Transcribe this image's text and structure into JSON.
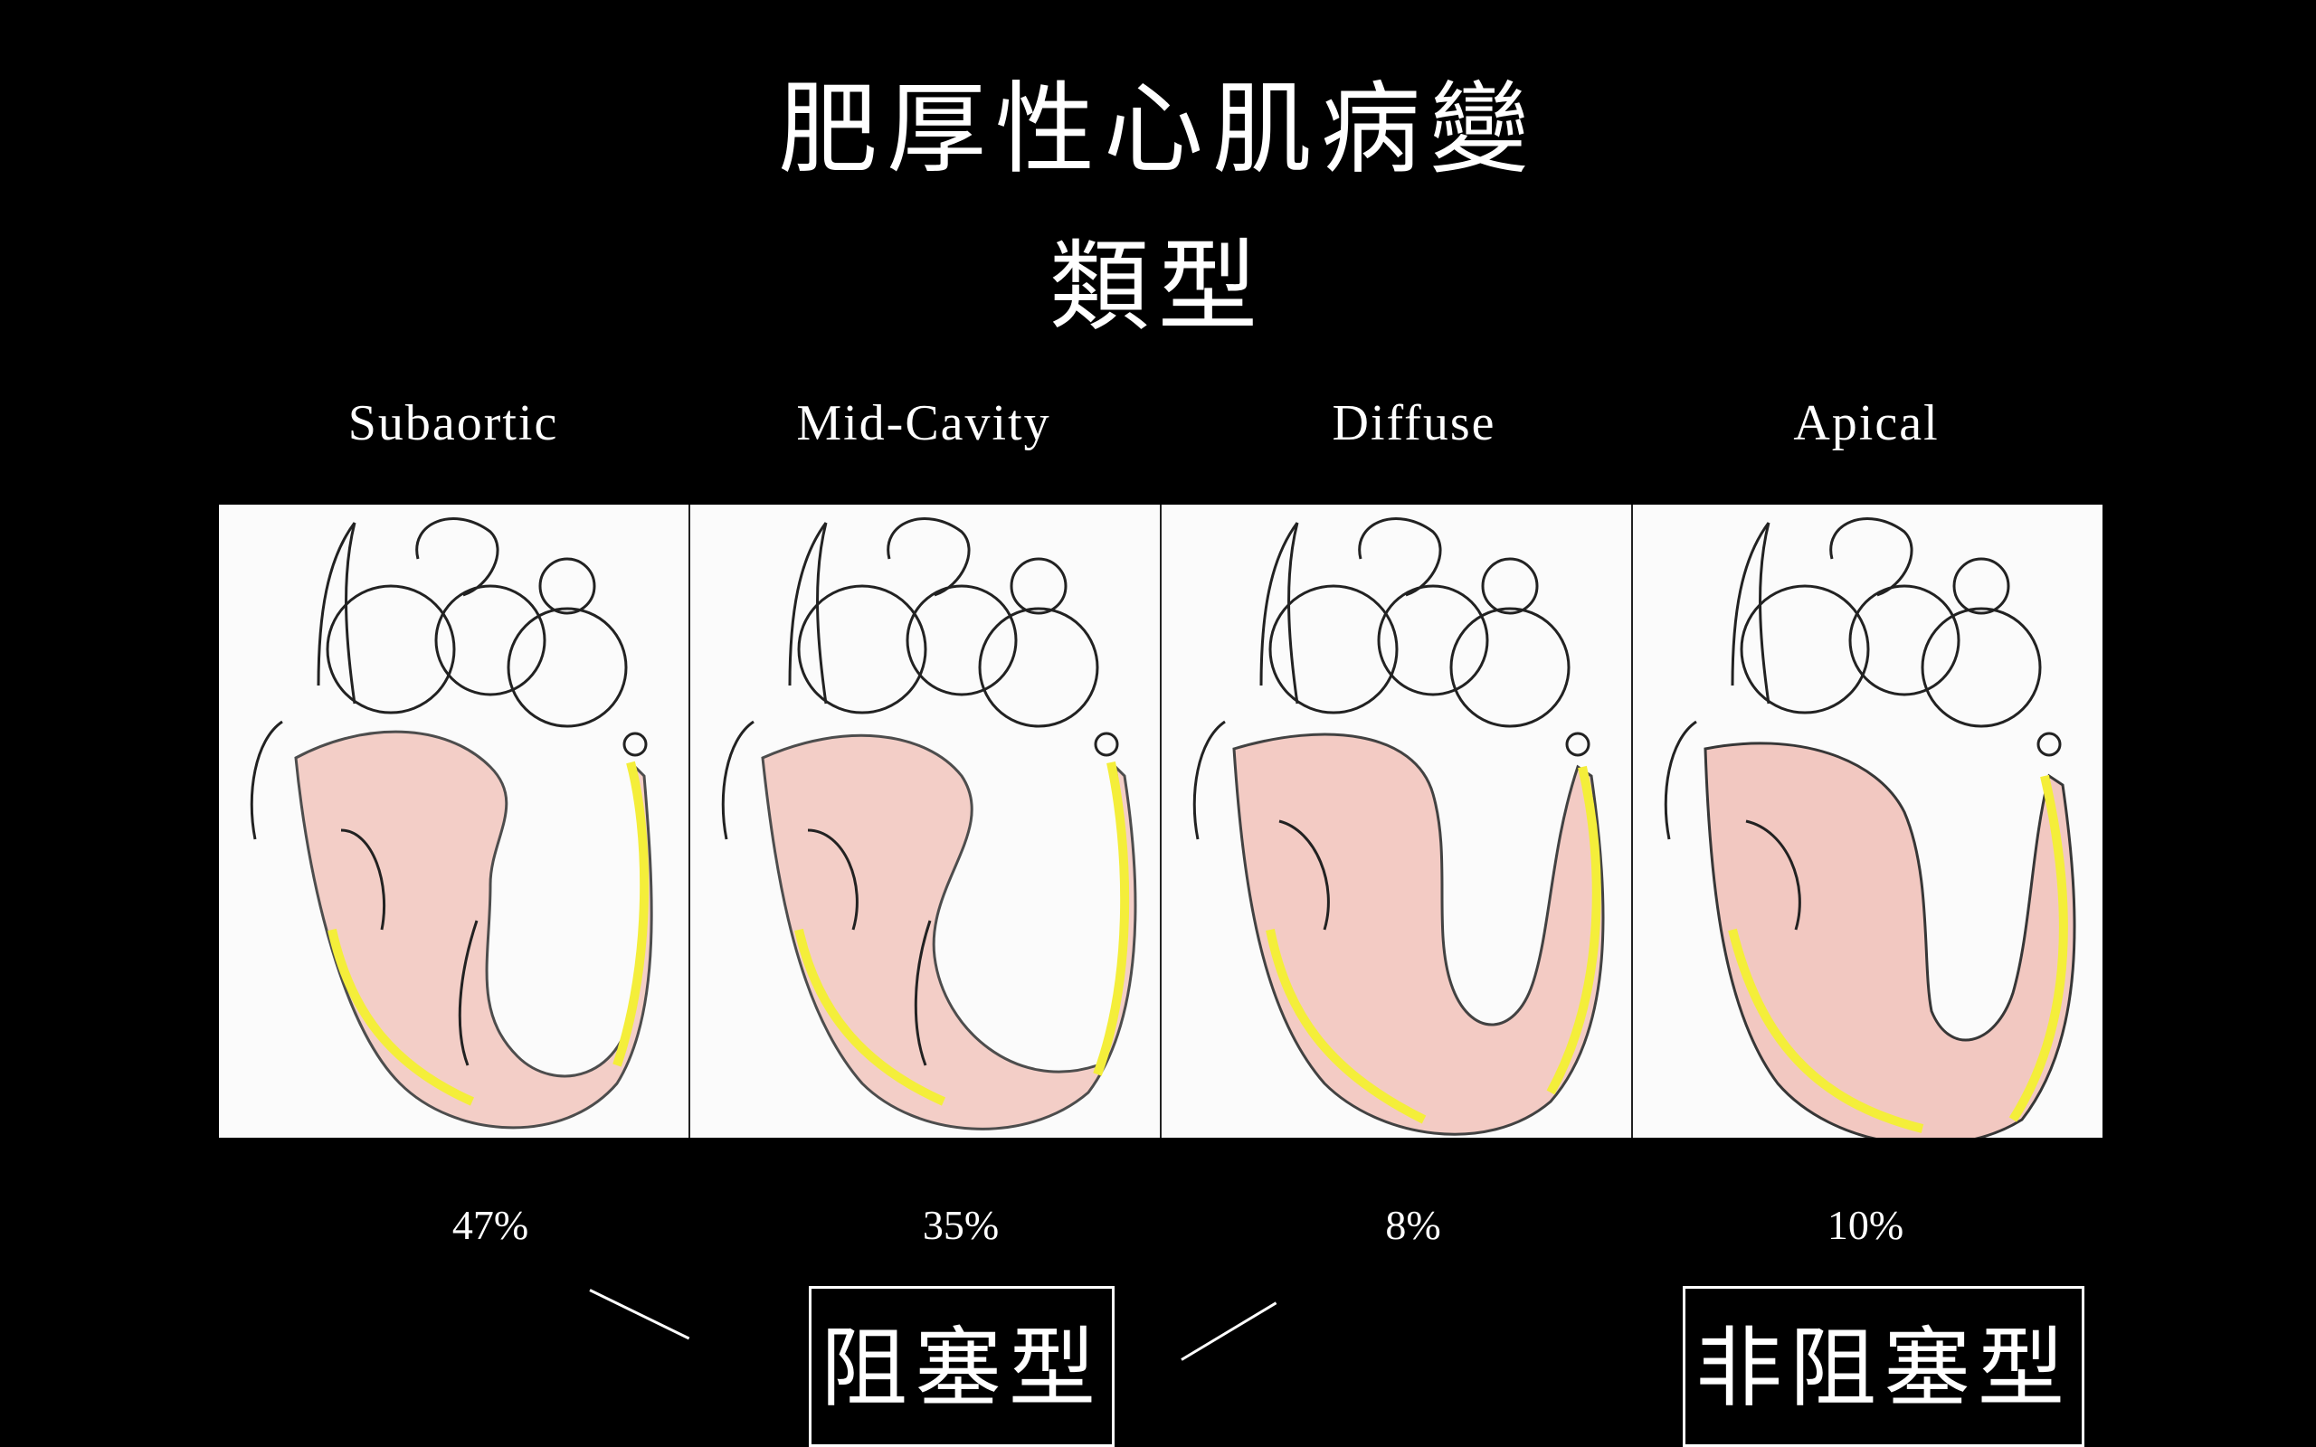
{
  "title": {
    "main": "肥厚性心肌病變",
    "sub": "類型"
  },
  "types": [
    {
      "label": "Subaortic",
      "percent": "47%"
    },
    {
      "label": "Mid-Cavity",
      "percent": "35%"
    },
    {
      "label": "Diffuse",
      "percent": "8%"
    },
    {
      "label": "Apical",
      "percent": "10%"
    }
  ],
  "groups": {
    "obstructive": "阻塞型",
    "non_obstructive": "非阻塞型"
  },
  "colors": {
    "background": "#000000",
    "text": "#ffffff",
    "muscle": "#f2c3bb",
    "fat": "#f4ee3a",
    "outline": "#222222"
  }
}
